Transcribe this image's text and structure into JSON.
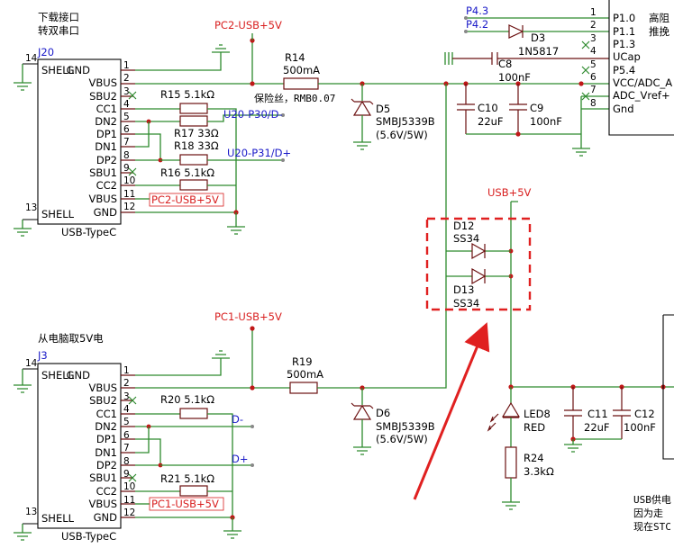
{
  "j20": {
    "note_line1": "下载接口",
    "note_line2": "转双串口",
    "ref": "J20",
    "footprint": "USB-TypeC",
    "net_top": "PC2-USB+5V",
    "net_vbus11": "PC2-USB+5V",
    "r_fuse": "R14",
    "r_fuse_val": "500mA",
    "fuse_note": "保险丝，RMB0.07",
    "tvs": "D5",
    "tvs_part": "SMBJ5339B",
    "tvs_val": "(5.6V/5W)",
    "r15": "R15 5.1kΩ",
    "r17": "R17 33Ω",
    "r18": "R18 33Ω",
    "r16": "R16 5.1kΩ",
    "net_dm": "U20-P30/D-",
    "net_dp": "U20-P31/D+"
  },
  "j3": {
    "note_line1": "从电脑取5V电",
    "ref": "J3",
    "footprint": "USB-TypeC",
    "net_top": "PC1-USB+5V",
    "net_vbus11": "PC1-USB+5V",
    "r_fuse": "R19",
    "r_fuse_val": "500mA",
    "tvs": "D6",
    "tvs_part": "SMBJ5339B",
    "tvs_val": "(5.6V/5W)",
    "r20": "R20 5.1kΩ",
    "r21": "R21 5.1kΩ",
    "net_dm": "D-",
    "net_dp": "D+"
  },
  "connector_pins": {
    "left_top": "14",
    "left_bottom": "13",
    "shell": "SHELL",
    "names": [
      "GND",
      "VBUS",
      "SBU2",
      "CC1",
      "DN2",
      "DP1",
      "DN1",
      "DP2",
      "SBU1",
      "CC2",
      "VBUS",
      "GND"
    ],
    "numbers": [
      "1",
      "2",
      "3",
      "4",
      "5",
      "6",
      "7",
      "8",
      "9",
      "10",
      "11",
      "12"
    ]
  },
  "mcu": {
    "net_p43": "P4.3",
    "net_p42": "P4.2",
    "d3": "D3",
    "d3_part": "1N5817",
    "c8": "C8",
    "c8_val": "100nF",
    "c10": "C10",
    "c10_val": "22uF",
    "c9": "C9",
    "c9_val": "100nF",
    "pins": [
      "P1.0",
      "P1.1",
      "P1.3",
      "UCap",
      "P5.4",
      "VCC/ADC_A",
      "ADC_Vref+",
      "Gnd"
    ],
    "pin_numbers": [
      "1",
      "2",
      "3",
      "4",
      "5",
      "6",
      "7",
      "8"
    ],
    "side_note1": "高阻",
    "side_note2": "推挽"
  },
  "oring": {
    "net": "USB+5V",
    "d12": "D12",
    "d12_part": "SS34",
    "d13": "D13",
    "d13_part": "SS34"
  },
  "power": {
    "led": "LED8",
    "led_color": "RED",
    "r24": "R24",
    "r24_val": "3.3kΩ",
    "c11": "C11",
    "c11_val": "22uF",
    "c12": "C12",
    "c12_val": "100nF",
    "note1": "USB供电",
    "note2": "因为走",
    "note3": "现在STC"
  },
  "colors": {
    "wire": "#2d8a2d",
    "component": "#6b1010",
    "net_red": "#d81e1e",
    "net_blue": "#1a1ac8",
    "highlight": "#e02020"
  }
}
